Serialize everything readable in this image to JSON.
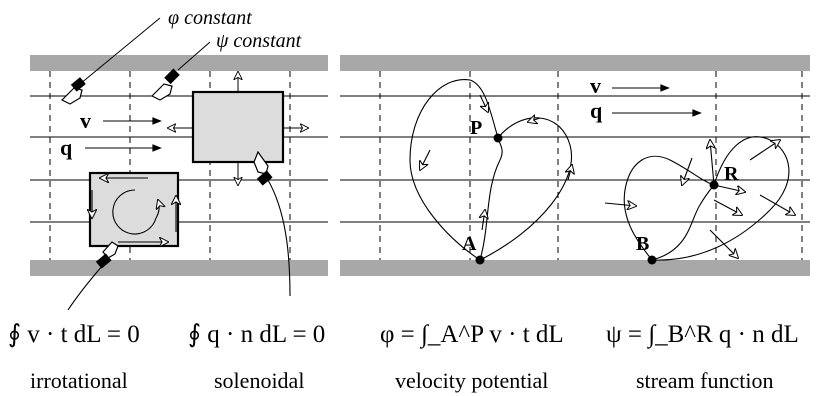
{
  "callouts": {
    "phi_constant": "φ constant",
    "psi_constant": "ψ constant"
  },
  "vectors": {
    "v": "v",
    "q": "q"
  },
  "points": {
    "P": "P",
    "A": "A",
    "R": "R",
    "B": "B"
  },
  "equations": {
    "irrotational": "∮ v · t dL = 0",
    "solenoidal": "∮ q · n dL = 0",
    "velocity_potential": "φ = ∫_A^P v · t dL",
    "stream_function": "ψ = ∫_B^R q · n dL"
  },
  "captions": {
    "irrotational": "irrotational",
    "solenoidal": "solenoidal",
    "velocity_potential": "velocity potential",
    "stream_function": "stream function"
  },
  "colors": {
    "wall": "#a8a8a8",
    "box_fill": "#dcdcdc",
    "ink": "#000000"
  }
}
